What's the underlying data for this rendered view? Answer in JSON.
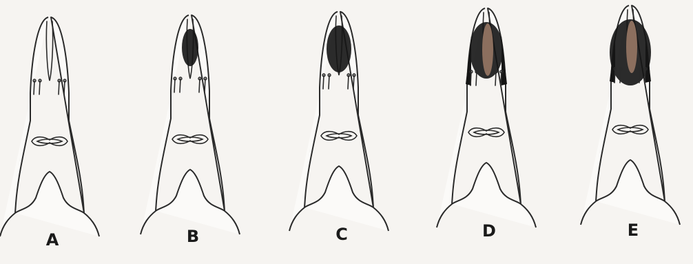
{
  "figure": {
    "panels": [
      {
        "label": "A",
        "dark": 0,
        "brown": 0
      },
      {
        "label": "B",
        "dark": 1,
        "brown": 0
      },
      {
        "label": "C",
        "dark": 2,
        "brown": 0
      },
      {
        "label": "D",
        "dark": 3,
        "brown": 1
      },
      {
        "label": "E",
        "dark": 4,
        "brown": 1
      }
    ],
    "colors": {
      "line": "#2a2a2a",
      "pigment_dark": "#151515",
      "pigment_brown": "#8c6f5e",
      "paper": "#f6f4f1"
    }
  }
}
